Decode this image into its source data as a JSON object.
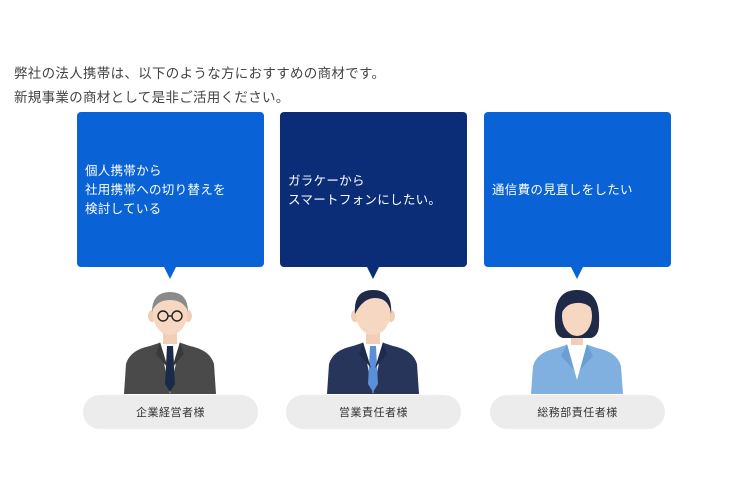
{
  "intro": {
    "line1": "弊社の法人携帯は、以下のような方におすすめの商材です。",
    "line2": "新規事業の商材として是非ご活用ください。"
  },
  "personas": [
    {
      "bubble_text": "個人携帯から\n社用携帯への切り替えを\n検討している",
      "bubble_color": "#0a63d6",
      "label": "企業経営者様",
      "icon": "senior-businessman-with-glasses-avatar"
    },
    {
      "bubble_text": "ガラケーから\nスマートフォンにしたい。",
      "bubble_color": "#0b2d78",
      "label": "営業責任者様",
      "icon": "businessman-avatar"
    },
    {
      "bubble_text": "通信費の見直しをしたい",
      "bubble_color": "#0a63d6",
      "label": "総務部責任者様",
      "icon": "businesswoman-avatar"
    }
  ],
  "colors": {
    "bubble_blue": "#0a63d6",
    "bubble_navy": "#0b2d78",
    "pill_gray": "#ececec"
  }
}
